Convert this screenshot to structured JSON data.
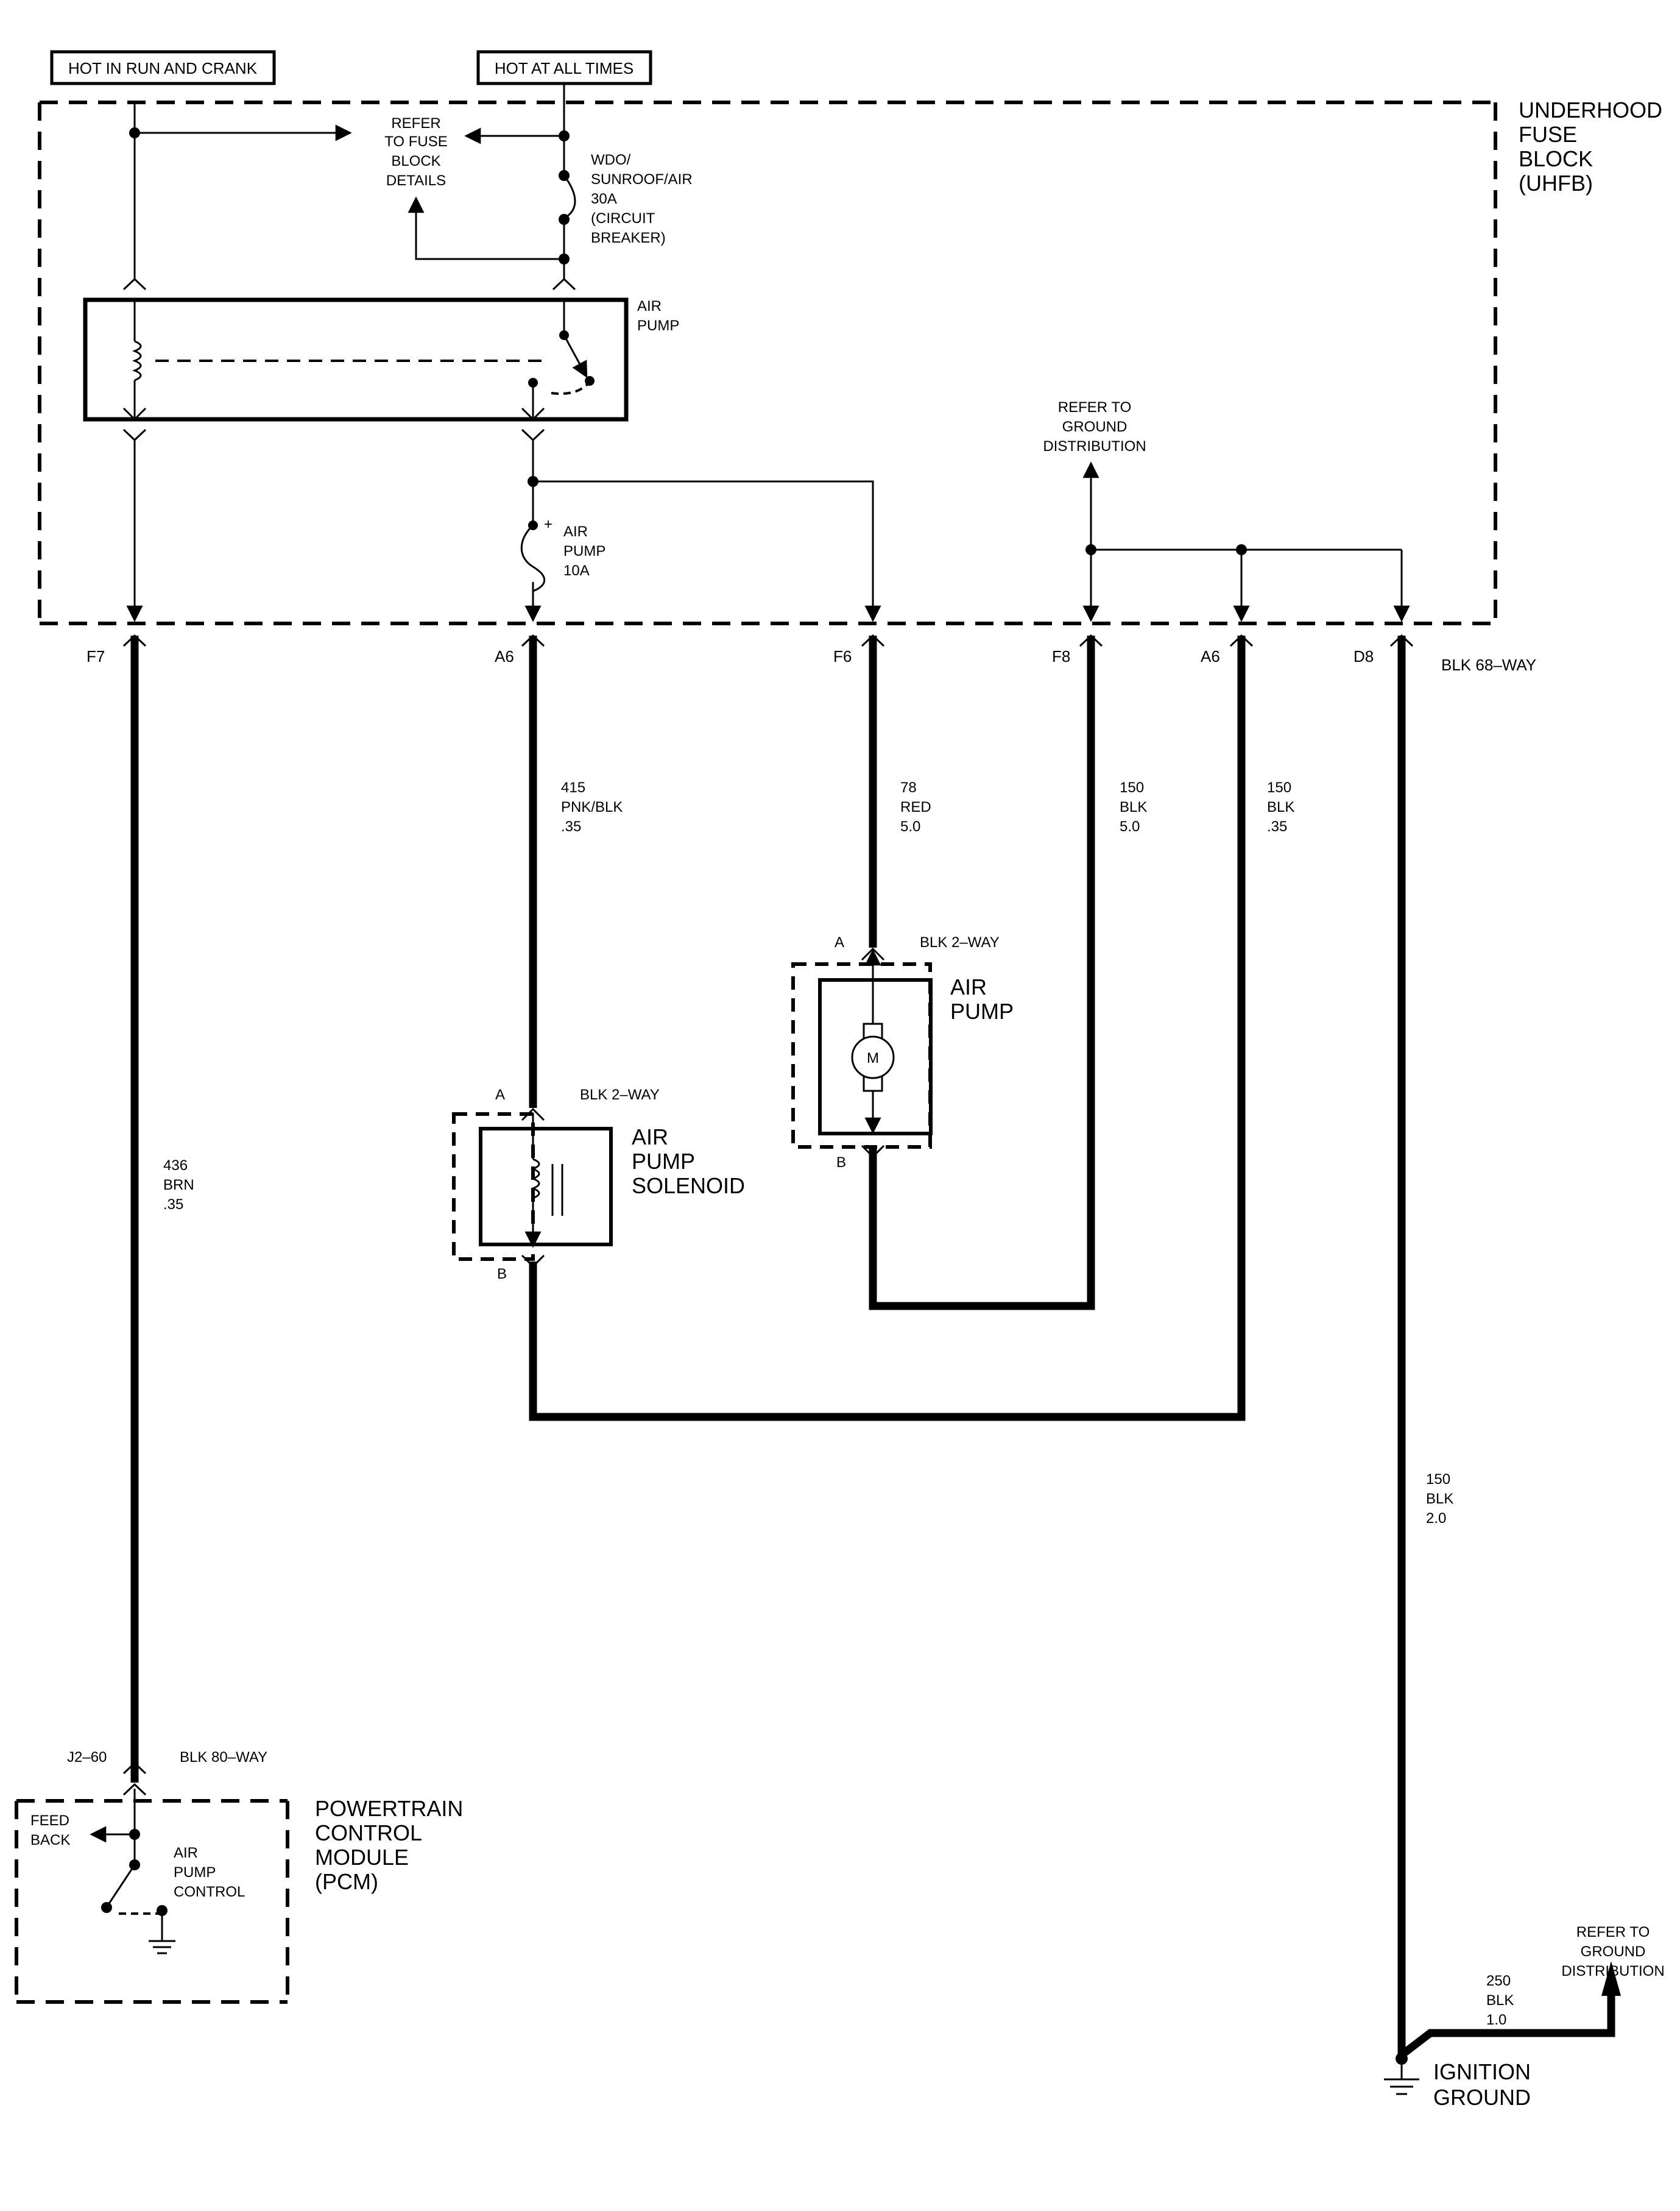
{
  "power_sources": {
    "run_crank": "HOT IN RUN AND CRANK",
    "all_times": "HOT AT ALL TIMES"
  },
  "uhfb": {
    "title_lines": [
      "UNDERHOOD",
      "FUSE",
      "BLOCK",
      "(UHFB)"
    ],
    "refer_fuse_lines": [
      "REFER",
      "TO FUSE",
      "BLOCK",
      "DETAILS"
    ],
    "breaker_lines": [
      "WDO/",
      "SUNROOF/AIR",
      "30A",
      "(CIRCUIT",
      "BREAKER)"
    ],
    "relay_label_lines": [
      "AIR",
      "PUMP"
    ],
    "fuse_label_lines": [
      "AIR",
      "PUMP",
      "10A"
    ],
    "refer_ground_lines": [
      "REFER TO",
      "GROUND",
      "DISTRIBUTION"
    ],
    "pins": [
      "F7",
      "A6",
      "F6",
      "F8",
      "A6",
      "D8"
    ],
    "connector": "BLK 68–WAY"
  },
  "wires": [
    {
      "lines": [
        "436",
        "BRN",
        ".35"
      ]
    },
    {
      "lines": [
        "415",
        "PNK/BLK",
        ".35"
      ]
    },
    {
      "lines": [
        "78",
        "RED",
        "5.0"
      ]
    },
    {
      "lines": [
        "150",
        "BLK",
        "5.0"
      ]
    },
    {
      "lines": [
        "150",
        "BLK",
        ".35"
      ]
    },
    {
      "lines": [
        "150",
        "BLK",
        "2.0"
      ]
    },
    {
      "lines": [
        "250",
        "BLK",
        "1.0"
      ]
    }
  ],
  "air_pump_motor": {
    "title_lines": [
      "AIR",
      "PUMP"
    ],
    "pin_a": "A",
    "pin_b": "B",
    "connector": "BLK 2–WAY",
    "motor_symbol": "M"
  },
  "solenoid": {
    "title_lines": [
      "AIR",
      "PUMP",
      "SOLENOID"
    ],
    "pin_a": "A",
    "pin_b": "B",
    "connector": "BLK 2–WAY"
  },
  "pcm": {
    "title_lines": [
      "POWERTRAIN",
      "CONTROL",
      "MODULE",
      "(PCM)"
    ],
    "pin": "J2–60",
    "connector": "BLK 80–WAY",
    "feedback_lines": [
      "FEED",
      "BACK"
    ],
    "control_lines": [
      "AIR",
      "PUMP",
      "CONTROL"
    ]
  },
  "ground": {
    "title_lines": [
      "IGNITION",
      "GROUND"
    ],
    "refer_lines": [
      "REFER TO",
      "GROUND",
      "DISTRIBUTION"
    ]
  }
}
